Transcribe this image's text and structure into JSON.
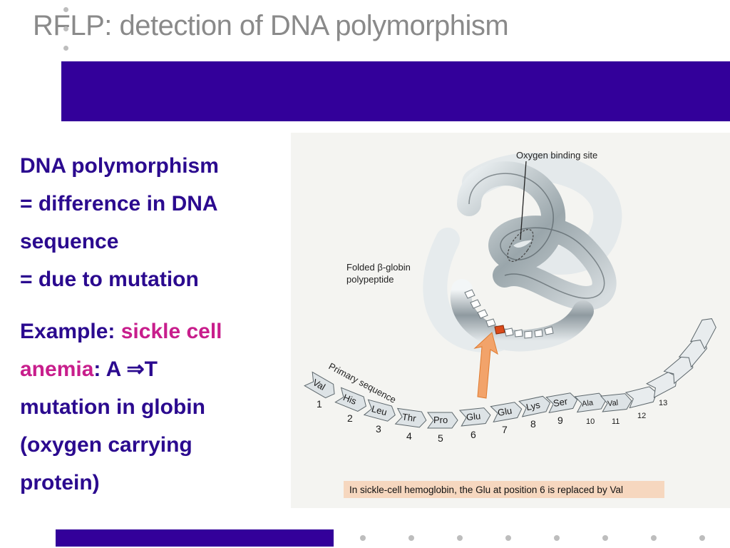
{
  "slide": {
    "title": "RFLP: detection of DNA polymorphism"
  },
  "body": {
    "line1": "DNA polymorphism",
    "line2": "= difference in DNA",
    "line3": "sequence",
    "line4": "= due to mutation",
    "example_label": "Example:",
    "disease_part1": "sickle cell",
    "disease_part2": "anemia",
    "mutation_prefix": ": A",
    "arrow_symbol": "⇒",
    "mutation_suffix": "T",
    "line_mut": "mutation in globin",
    "line_paren1": "(oxygen carrying",
    "line_paren2": "protein)"
  },
  "figure": {
    "oxygen_label": "Oxygen binding site",
    "folded_label_1": "Folded β-globin",
    "folded_label_2": "polypeptide",
    "primary_label": "Primary sequence",
    "residues": [
      "Val",
      "His",
      "Leu",
      "Thr",
      "Pro",
      "Glu",
      "Glu",
      "Lys",
      "Ser",
      "Ala",
      "Val"
    ],
    "positions": [
      "1",
      "2",
      "3",
      "4",
      "5",
      "6",
      "7",
      "8",
      "9",
      "10",
      "11",
      "12",
      "13"
    ],
    "caption": "In sickle-cell hemoglobin, the Glu at position 6 is replaced by Val"
  },
  "colors": {
    "accent": "#33009a",
    "body_text": "#2b0a8f",
    "highlight": "#c81e8c",
    "title": "#8a8a8a"
  }
}
